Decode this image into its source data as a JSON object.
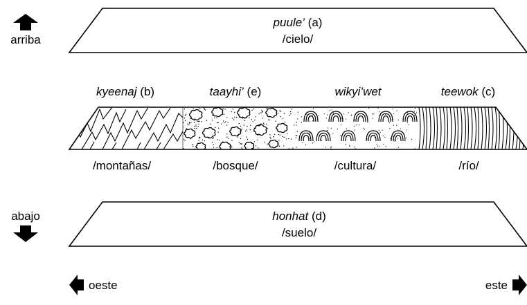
{
  "colors": {
    "ink": "#000000",
    "paper": "#ffffff"
  },
  "directions": {
    "up": {
      "label": "arriba",
      "icon": "arrow-up-icon"
    },
    "down": {
      "label": "abajo",
      "icon": "arrow-down-icon"
    },
    "west": {
      "label": "oeste",
      "icon": "arrow-left-icon"
    },
    "east": {
      "label": "este",
      "icon": "arrow-right-icon"
    }
  },
  "sky": {
    "term": "puule’",
    "marker": "(a)",
    "gloss": "/cielo/"
  },
  "ground": {
    "term": "honhat",
    "marker": "(d)",
    "gloss": "/suelo/"
  },
  "middle": [
    {
      "term": "kyeenaj",
      "marker": "(b)",
      "gloss": "/montañas/",
      "pattern": "mountains"
    },
    {
      "term": "taayhi’",
      "marker": "(e)",
      "gloss": "/bosque/",
      "pattern": "forest"
    },
    {
      "term": "wikyi’wet",
      "marker": "",
      "gloss": "/cultura/",
      "pattern": "culture"
    },
    {
      "term": "teewok",
      "marker": "(c)",
      "gloss": "/río/",
      "pattern": "river"
    }
  ]
}
